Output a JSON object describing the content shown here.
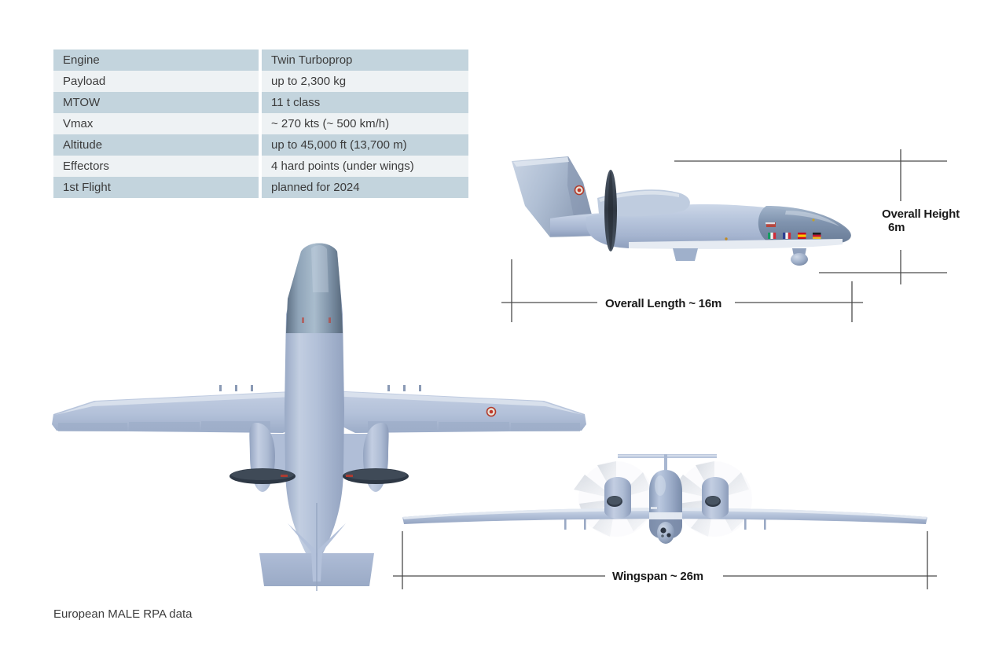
{
  "caption": "European MALE RPA data",
  "spec_table": {
    "rows": [
      {
        "key": "Engine",
        "value": "Twin Turboprop"
      },
      {
        "key": "Payload",
        "value": "up to 2,300 kg"
      },
      {
        "key": "MTOW",
        "value": "11 t class"
      },
      {
        "key": "Vmax",
        "value": "~ 270 kts (~ 500 km/h)"
      },
      {
        "key": "Altitude",
        "value": "up to 45,000 ft (13,700 m)"
      },
      {
        "key": "Effectors",
        "value": "4 hard points (under wings)"
      },
      {
        "key": "1st Flight",
        "value": "planned for 2024"
      }
    ],
    "row_color_odd": "#c3d4dd",
    "row_color_even": "#eef2f4",
    "text_color": "#3c3c3c"
  },
  "dimensions": {
    "height_line1": "Overall Height",
    "height_line2": "6m",
    "length": "Overall Length ~ 16m",
    "wingspan": "Wingspan ~ 26m",
    "line_color": "#4a4a4a"
  },
  "views": {
    "side_view": "side-view-aircraft",
    "top_view": "top-view-aircraft",
    "front_view": "front-view-aircraft"
  },
  "aircraft": {
    "body_light": "#b9c6dc",
    "body_mid": "#9fb0cb",
    "body_dark": "#7d8fae",
    "radome_dark": "#6e8099",
    "prop_dark": "#3b4450",
    "flags": [
      "Italy",
      "France",
      "Spain",
      "Germany"
    ],
    "roundel_color": "#c0392b"
  }
}
